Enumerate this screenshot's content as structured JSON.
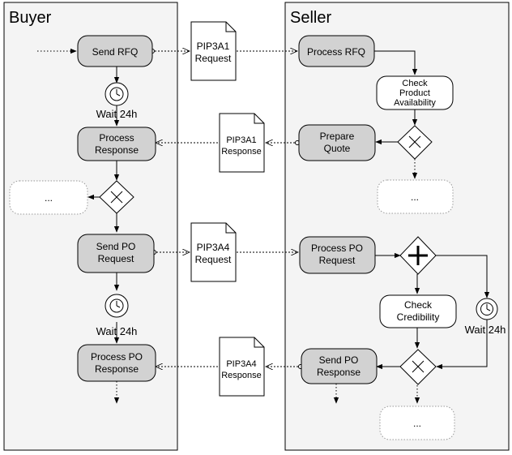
{
  "lanes": {
    "buyer": "Buyer",
    "seller": "Seller"
  },
  "buyer": {
    "send_rfq": "Send RFQ",
    "wait1": "Wait 24h",
    "process_response": [
      "Process",
      "Response"
    ],
    "more": "...",
    "send_po": [
      "Send PO",
      "Request"
    ],
    "wait2": "Wait 24h",
    "process_po_response": [
      "Process PO",
      "Response"
    ]
  },
  "messages": {
    "pip3a1_request": [
      "PIP3A1",
      "Request"
    ],
    "pip3a1_response": [
      "PIP3A1",
      "Response"
    ],
    "pip3a4_request": [
      "PIP3A4",
      "Request"
    ],
    "pip3a4_response": [
      "PIP3A4",
      "Response"
    ]
  },
  "seller": {
    "process_rfq": "Process RFQ",
    "check_availability": [
      "Check",
      "Product",
      "Availability"
    ],
    "prepare_quote": [
      "Prepare",
      "Quote"
    ],
    "more1": "...",
    "process_po": [
      "Process PO",
      "Request"
    ],
    "check_credibility": [
      "Check",
      "Credibility"
    ],
    "wait": "Wait 24h",
    "send_po_response": [
      "Send PO",
      "Response"
    ],
    "more2": "..."
  }
}
